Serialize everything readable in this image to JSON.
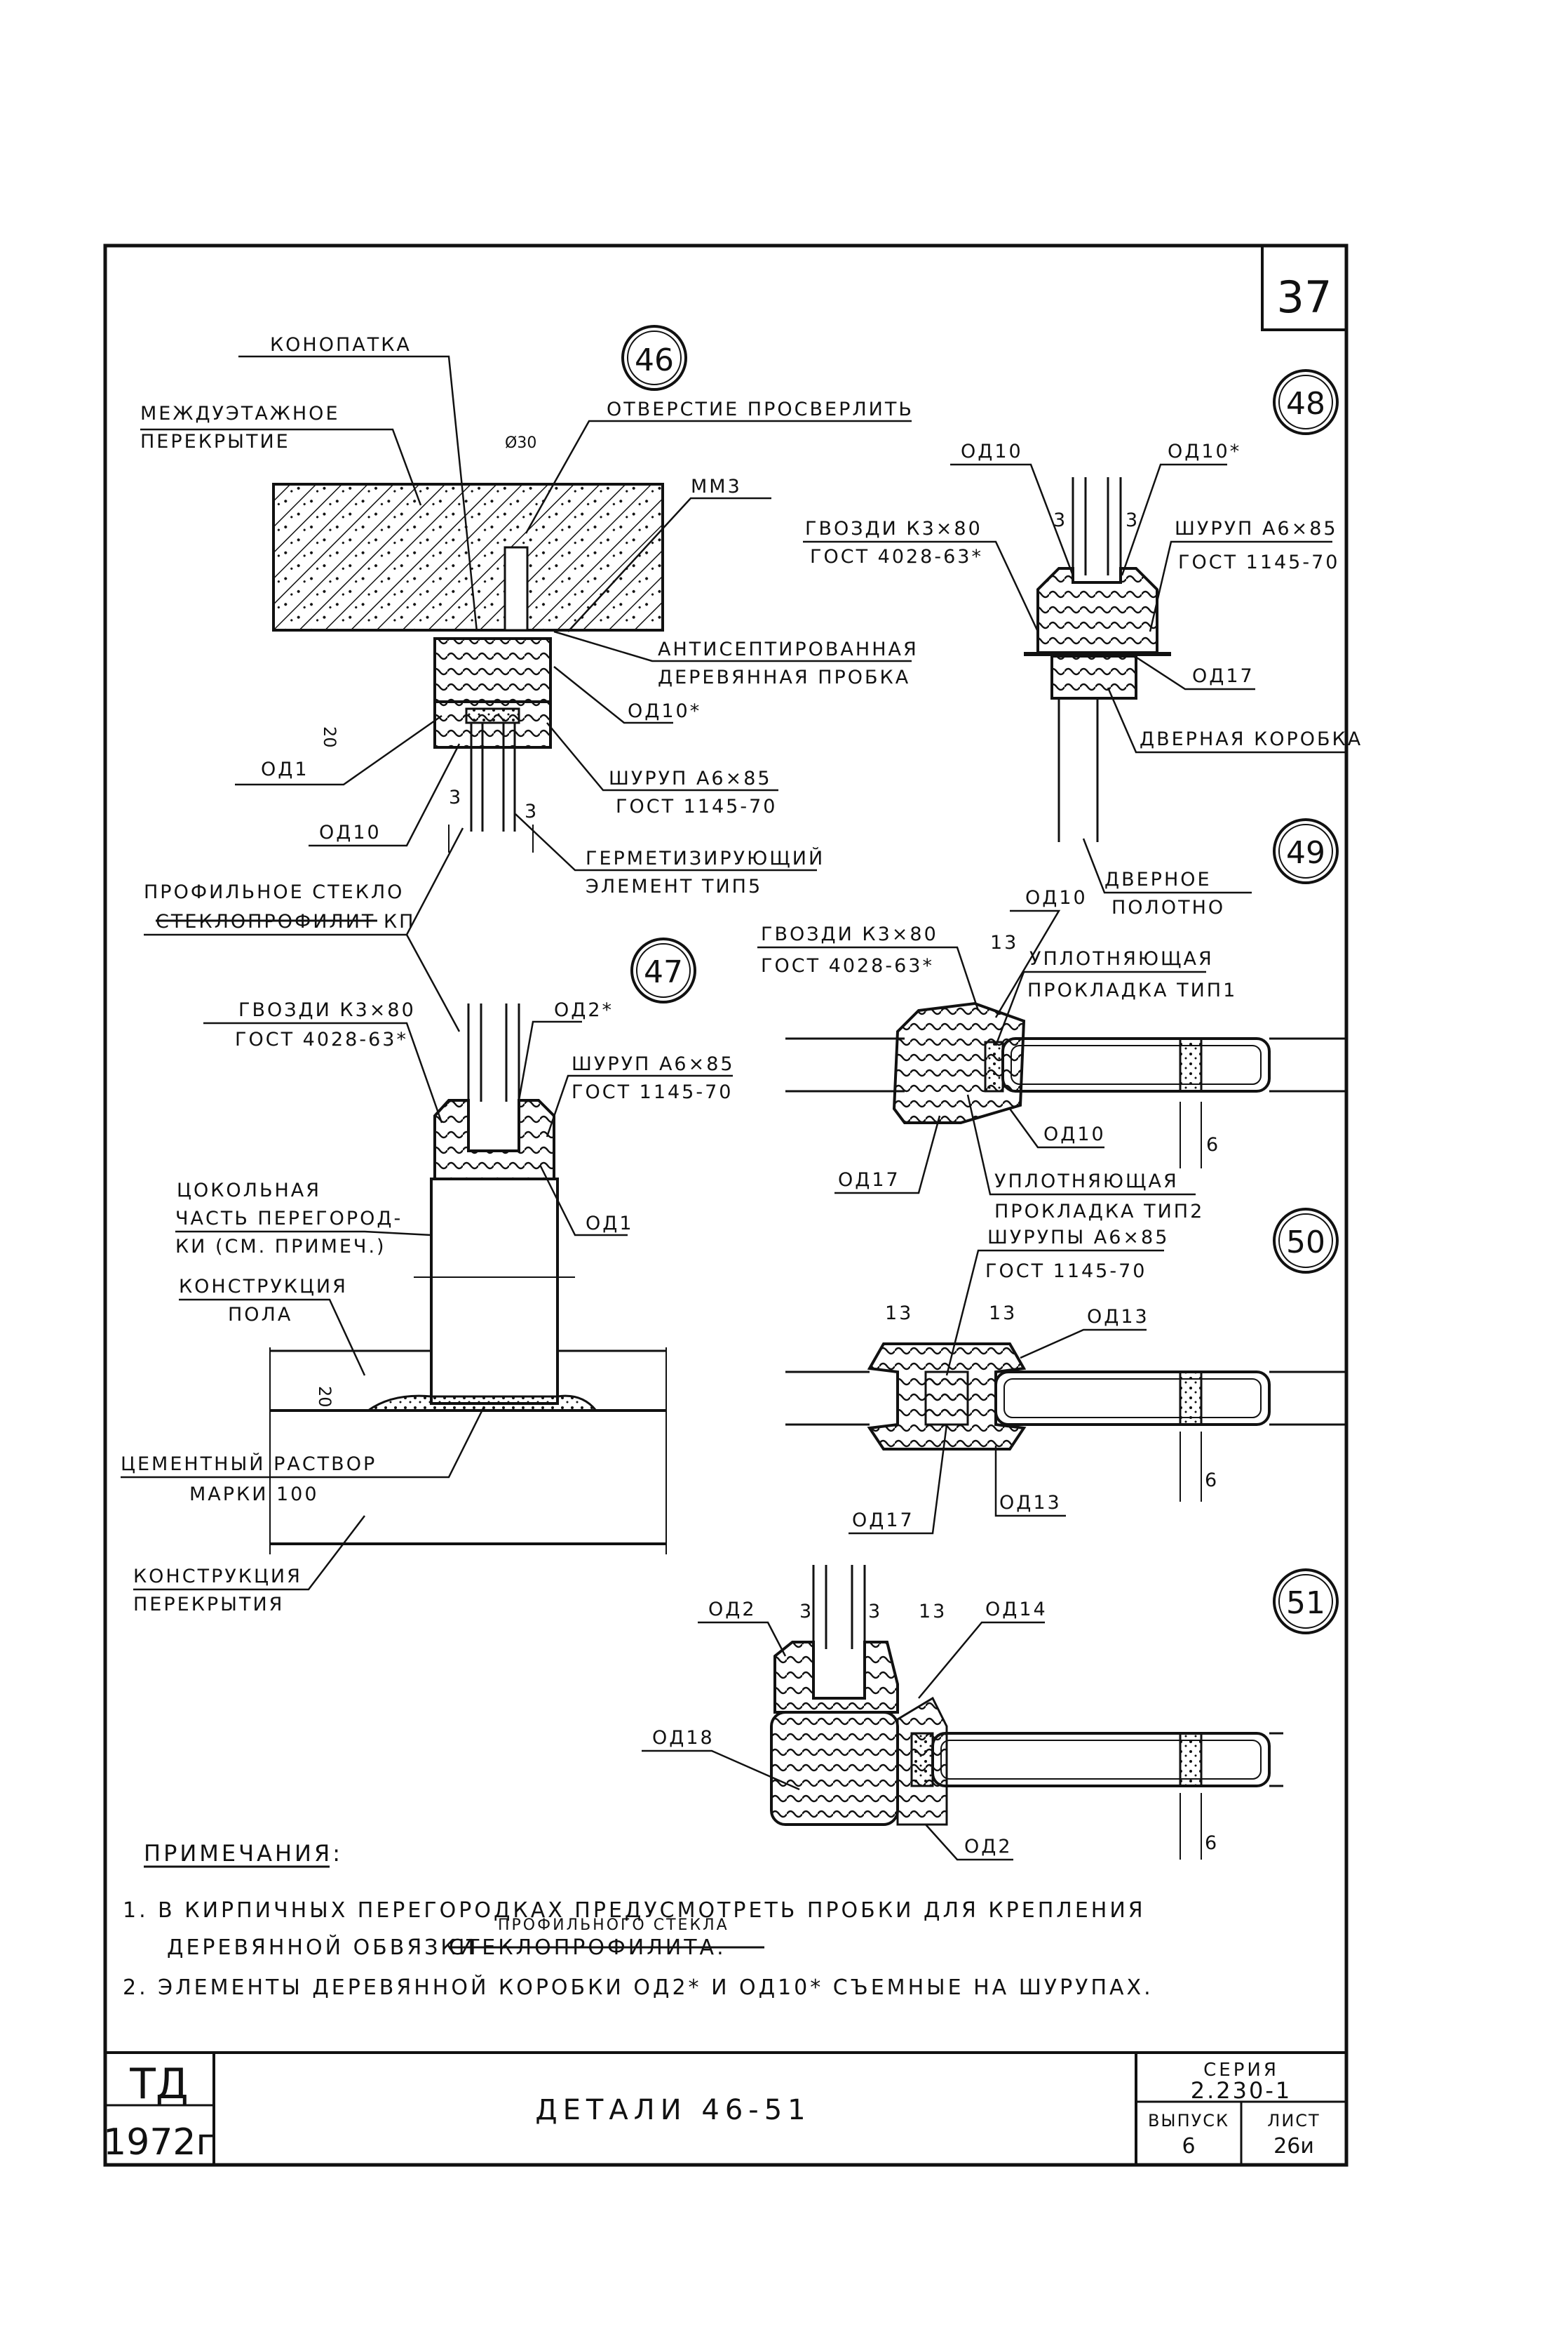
{
  "sheet": {
    "number": "37",
    "title": "ДЕТАЛИ 46-51",
    "org": "ТД",
    "year": "1972г",
    "series_label": "СЕРИЯ",
    "series": "2.230-1",
    "issue_label": "ВЫПУСК",
    "issue": "6",
    "sheet_label": "ЛИСТ",
    "sheet_no": "26и"
  },
  "markers": [
    "46",
    "47",
    "48",
    "49",
    "50",
    "51"
  ],
  "labels": {
    "konopatka": "КОНОПАТКА",
    "mezh_1": "МЕЖДУЭТАЖНОЕ",
    "mezh_2": "ПЕРЕКРЫТИЕ",
    "otverstie": "ОТВЕРСТИЕ ПРОСВЕРЛИТЬ",
    "dia30": "Ø30",
    "mm3": "ММ3",
    "antisept_1": "АНТИСЕПТИРОВАННАЯ",
    "antisept_2": "ДЕРЕВЯННАЯ ПРОБКА",
    "od10s_46": "ОД10*",
    "od1_46": "ОД1",
    "od10_46": "ОД10",
    "shurup46_1": "ШУРУП А6×85",
    "shurup46_2": "ГОСТ 1145-70",
    "germ_1": "ГЕРМЕТИЗИРУЮЩИЙ",
    "germ_2": "ЭЛЕМЕНТ ТИП5",
    "profsteklo_1": "ПРОФИЛЬНОЕ СТЕКЛО",
    "profsteklo_2": "СТЕКЛОПРОФИЛИТ КП",
    "dim3": "3",
    "dim20": "20",
    "gvozd47_1": "ГВОЗДИ К3×80",
    "gvozd47_2": "ГОСТ 4028-63*",
    "od2s_47": "ОД2*",
    "shurup47_1": "ШУРУП А6×85",
    "shurup47_2": "ГОСТ 1145-70",
    "cokol_1": "ЦОКОЛЬНАЯ",
    "cokol_2": "ЧАСТЬ ПЕРЕГОРОД-",
    "cokol_3": "КИ (СМ. ПРИМЕЧ.)",
    "od1_47": "ОД1",
    "konstr_pola_1": "КОНСТРУКЦИЯ",
    "konstr_pola_2": "ПОЛА",
    "cement_1": "ЦЕМЕНТНЫЙ РАСТВОР",
    "cement_2": "МАРКИ 100",
    "konstr_perekr_1": "КОНСТРУКЦИЯ",
    "konstr_perekr_2": "ПЕРЕКРЫТИЯ",
    "od10_48": "ОД10",
    "od10s_48": "ОД10*",
    "gvozd48_1": "ГВОЗДИ К3×80",
    "gvozd48_2": "ГОСТ 4028-63*",
    "shurup48_1": "ШУРУП А6×85",
    "shurup48_2": "ГОСТ 1145-70",
    "od17_48": "ОД17",
    "dvernaya_korobka": "ДВЕРНАЯ КОРОБКА",
    "dvernoe_1": "ДВЕРНОЕ",
    "dvernoe_2": "ПОЛОТНО",
    "od10_49top": "ОД10",
    "gvozd49_1": "ГВОЗДИ К3×80",
    "gvozd49_2": "ГОСТ 4028-63*",
    "dim13": "13",
    "uplot1_1": "УПЛОТНЯЮЩАЯ",
    "uplot1_2": "ПРОКЛАДКА ТИП1",
    "od10_49": "ОД10",
    "od17_49": "ОД17",
    "dim6": "6",
    "uplot2_1": "УПЛОТНЯЮЩАЯ",
    "uplot2_2": "ПРОКЛАДКА ТИП2",
    "shurupy50_1": "ШУРУПЫ А6×85",
    "shurupy50_2": "ГОСТ 1145-70",
    "od13_50a": "ОД13",
    "od13_50b": "ОД13",
    "od17_50": "ОД17",
    "od2_51a": "ОД2",
    "od14_51": "ОД14",
    "od18_51": "ОД18",
    "od2_51b": "ОД2"
  },
  "notes": {
    "heading": "ПРИМЕЧАНИЯ:",
    "n1_a": "1. В КИРПИЧНЫХ ПЕРЕГОРОДКАХ ПРЕДУСМОТРЕТЬ ПРОБКИ ДЛЯ КРЕПЛЕНИЯ",
    "n1_b": "ДЕРЕВЯННОЙ ОБВЯЗКИ",
    "n1_b_strike": "СТЕКЛОПРОФИЛИТА.",
    "n1_b_insert": "ПРОФИЛЬНОГО СТЕКЛА",
    "n2": "2. ЭЛЕМЕНТЫ ДЕРЕВЯННОЙ КОРОБКИ ОД2* И ОД10* СЪЕМНЫЕ НА ШУРУПАХ."
  }
}
